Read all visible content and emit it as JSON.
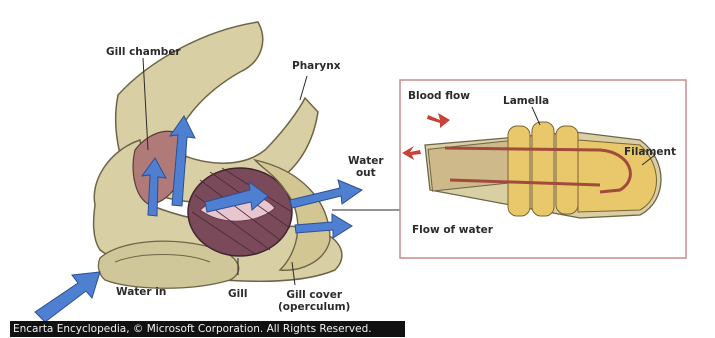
{
  "labels": {
    "gill_chamber": "Gill chamber",
    "pharynx": "Pharynx",
    "water_out": [
      "Water",
      "out"
    ],
    "water_in": "Water in",
    "gill": "Gill",
    "gill_cover": [
      "Gill cover",
      "(operculum)"
    ],
    "blood_flow": "Blood flow",
    "lamella": "Lamella",
    "filament": "Filament",
    "flow_of_water": "Flow of water"
  },
  "copyright": "Encarta Encyclopedia, © Microsoft Corporation. All Rights Reserved.",
  "colors": {
    "tissue": "#d8cfa4",
    "tissue_outline": "#6e6446",
    "gill": "#7a4a5a",
    "gill_highlight": "#e7c6cf",
    "water_arrow": "#4f7fd1",
    "blood_arrow": "#c9423a",
    "lamella_fill": "#e8c86a",
    "inset_border": "#c98a8a"
  }
}
